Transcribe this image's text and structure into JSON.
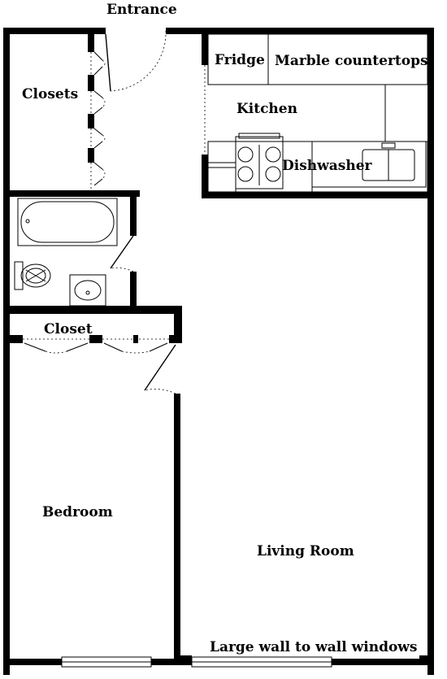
{
  "labels": {
    "entrance": "Entrance",
    "closets": "Closets",
    "fridge": "Fridge",
    "marble_countertops": "Marble countertops",
    "kitchen": "Kitchen",
    "dishwasher": "Dishwasher",
    "closet": "Closet",
    "bedroom": "Bedroom",
    "living_room": "Living Room",
    "windows": "Large wall to wall windows"
  }
}
